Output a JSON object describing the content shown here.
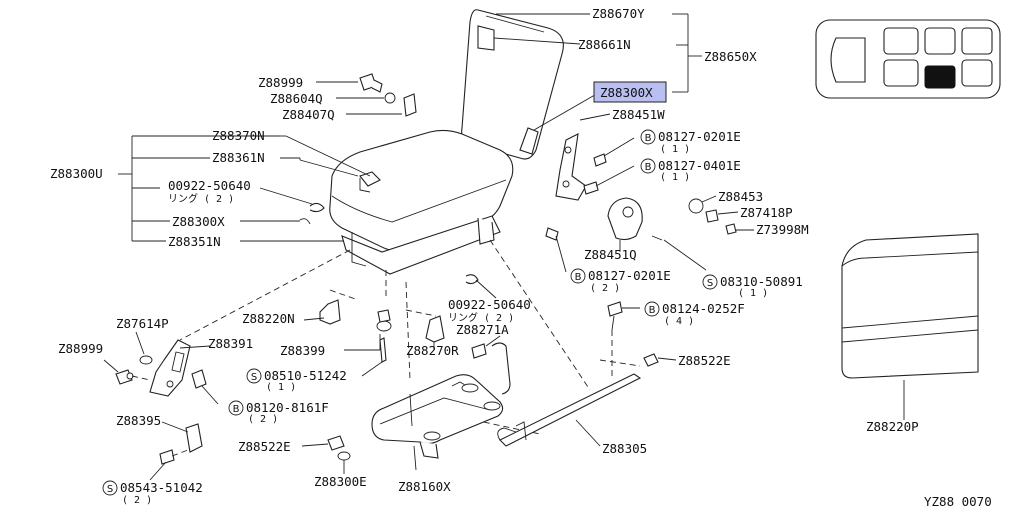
{
  "diagram": {
    "catalog_ref": "YZ88 0070",
    "highlight_color": "#b9bff0",
    "labels": [
      {
        "id": "z88670y",
        "text": "Z88670Y"
      },
      {
        "id": "z88661n",
        "text": "Z88661N"
      },
      {
        "id": "z88650x",
        "text": "Z88650X"
      },
      {
        "id": "z88300x-top",
        "text": "Z88300X",
        "highlighted": true
      },
      {
        "id": "z88451w",
        "text": "Z88451W"
      },
      {
        "id": "z88999-top",
        "text": "Z88999"
      },
      {
        "id": "z88604q",
        "text": "Z88604Q"
      },
      {
        "id": "z88407q",
        "text": "Z88407Q"
      },
      {
        "id": "z88370n",
        "text": "Z88370N"
      },
      {
        "id": "z88361n",
        "text": "Z88361N"
      },
      {
        "id": "z88300u",
        "text": "Z88300U"
      },
      {
        "id": "p00922-50640-top",
        "text": "00922-50640"
      },
      {
        "id": "z88300x-mid",
        "text": "Z88300X"
      },
      {
        "id": "z88351n",
        "text": "Z88351N"
      },
      {
        "id": "b08127-0201e-top",
        "text": "08127-0201E",
        "prefix": "B",
        "qty": "( 1 )"
      },
      {
        "id": "b08127-0401e",
        "text": "08127-0401E",
        "prefix": "B",
        "qty": "( 1 )"
      },
      {
        "id": "z88453",
        "text": "Z88453"
      },
      {
        "id": "z87418p",
        "text": "Z87418P"
      },
      {
        "id": "z73998m",
        "text": "Z73998M"
      },
      {
        "id": "z88451q",
        "text": "Z88451Q"
      },
      {
        "id": "b08127-0201e-mid",
        "text": "08127-0201E",
        "prefix": "B",
        "qty": "( 2 )"
      },
      {
        "id": "s08310-50891",
        "text": "08310-50891",
        "prefix": "S",
        "qty": "( 1 )"
      },
      {
        "id": "p00922-50640-mid",
        "text": "00922-50640"
      },
      {
        "id": "b08124-0252f",
        "text": "08124-0252F",
        "prefix": "B",
        "qty": "( 4 )"
      },
      {
        "id": "z88220n",
        "text": "Z88220N"
      },
      {
        "id": "z88271a",
        "text": "Z88271A"
      },
      {
        "id": "z87614p",
        "text": "Z87614P"
      },
      {
        "id": "z88999-left",
        "text": "Z88999"
      },
      {
        "id": "z88391",
        "text": "Z88391"
      },
      {
        "id": "z88399",
        "text": "Z88399"
      },
      {
        "id": "z88270r",
        "text": "Z88270R"
      },
      {
        "id": "s08510-51242",
        "text": "08510-51242",
        "prefix": "S",
        "qty": "( 1 )"
      },
      {
        "id": "b08120-8161f",
        "text": "08120-8161F",
        "prefix": "B",
        "qty": "( 2 )"
      },
      {
        "id": "z88522e-right",
        "text": "Z88522E"
      },
      {
        "id": "z88395",
        "text": "Z88395"
      },
      {
        "id": "z88522e-left",
        "text": "Z88522E"
      },
      {
        "id": "z88305",
        "text": "Z88305"
      },
      {
        "id": "z88300e",
        "text": "Z88300E"
      },
      {
        "id": "z88160x",
        "text": "Z88160X"
      },
      {
        "id": "s08543-51042",
        "text": "08543-51042",
        "prefix": "S",
        "qty": "( 2 )"
      },
      {
        "id": "z88220p",
        "text": "Z88220P"
      }
    ],
    "ring_note_top": "リング ( 2 )",
    "ring_note_mid": "リング ( 2 )"
  }
}
